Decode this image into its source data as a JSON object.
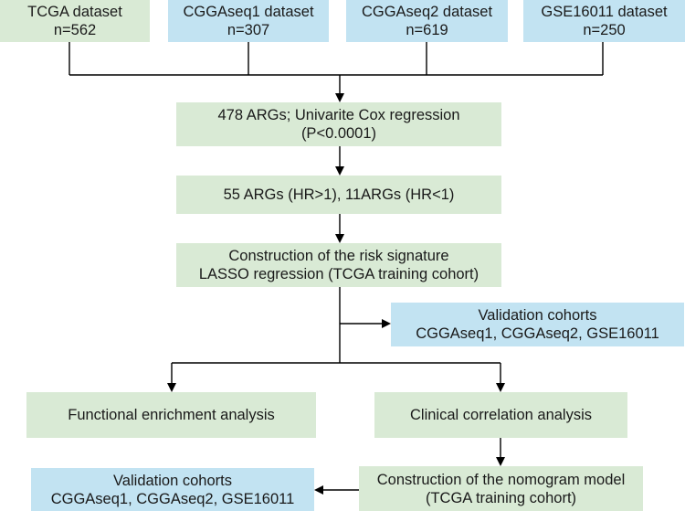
{
  "colors": {
    "green_box": "#d9ead5",
    "blue_box": "#c2e3f2",
    "line": "#000000"
  },
  "datasets": [
    {
      "name": "TCGA dataset",
      "n": "n=562"
    },
    {
      "name": "CGGAseq1 dataset",
      "n": "n=307"
    },
    {
      "name": "CGGAseq2 dataset",
      "n": "n=619"
    },
    {
      "name": "GSE16011 dataset",
      "n": "n=250"
    }
  ],
  "steps": {
    "univariate": {
      "line1": "478 ARGs; Univarite Cox regression",
      "line2": "(P<0.0001)"
    },
    "hr_split": {
      "line1": "55 ARGs (HR>1), 11ARGs (HR<1)"
    },
    "risk_signature": {
      "line1": "Construction of the risk signature",
      "line2": "LASSO regression (TCGA training cohort)"
    },
    "validation_right": {
      "line1": "Validation cohorts",
      "line2": "CGGAseq1, CGGAseq2, GSE16011"
    },
    "functional": {
      "line1": "Functional enrichment analysis"
    },
    "clinical": {
      "line1": "Clinical correlation analysis"
    },
    "nomogram": {
      "line1": "Construction of the nomogram model",
      "line2": "(TCGA training cohort)"
    },
    "validation_left": {
      "line1": "Validation cohorts",
      "line2": "CGGAseq1, CGGAseq2, GSE16011"
    }
  }
}
